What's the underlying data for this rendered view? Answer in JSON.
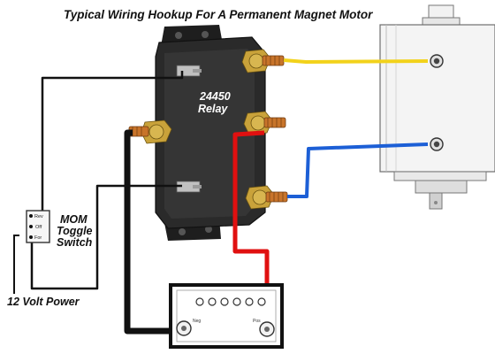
{
  "title": "Typical Wiring Hookup For A Permanent Magnet Motor",
  "relay": {
    "line1": "24450",
    "line2": "Relay"
  },
  "switch": {
    "line1": "MOM",
    "line2": "Toggle",
    "line3": "Switch",
    "positions": {
      "rev": "Rev",
      "off": "Off",
      "for": "For"
    }
  },
  "power_label": "12 Volt Power",
  "battery": {
    "neg": "Neg",
    "pos": "Pos"
  },
  "colors": {
    "wire_black": "#111111",
    "wire_red": "#e01010",
    "wire_blue": "#1c5fd6",
    "wire_yellow": "#f2d21b",
    "relay_body": "#2a2a2a",
    "copper": "#c8742a",
    "brass": "#c9a23a"
  }
}
